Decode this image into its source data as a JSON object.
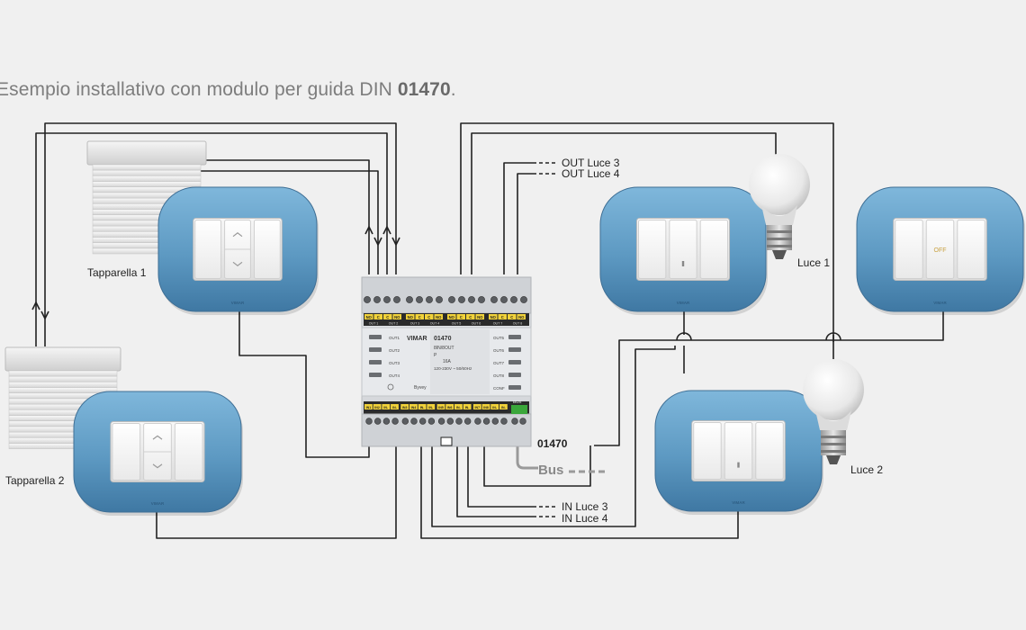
{
  "title": {
    "prefix": "Esempio installativo con modulo per guida DIN ",
    "code": "01470",
    "suffix": "."
  },
  "labels": {
    "tapparella1": "Tapparella 1",
    "tapparella2": "Tapparella 2",
    "luce1": "Luce 1",
    "luce2": "Luce 2",
    "out_luce3": "OUT Luce 3",
    "out_luce4": "OUT Luce 4",
    "in_luce3": "IN Luce 3",
    "in_luce4": "IN Luce 4",
    "module_code": "01470",
    "bus": "Bus"
  },
  "plate_brand": "VIMAR",
  "switch_off_label": "OFF",
  "module": {
    "brand": "VIMAR",
    "code": "01470",
    "spec1": "8IN/8OUT",
    "spec2": "P",
    "spec3": "16A",
    "spec4": "120-230V ~ 50/60Hz",
    "series": "Byvey",
    "outs_left": [
      "OUT1",
      "OUT2",
      "OUT3",
      "OUT4"
    ],
    "outs_right": [
      "OUT5",
      "OUT6",
      "OUT7",
      "OUT8",
      "CONF"
    ],
    "top_terms": [
      "NO",
      "C",
      "C",
      "NO"
    ],
    "top_groups": [
      "OUT 1",
      "OUT 2",
      "OUT 3",
      "OUT 4",
      "OUT 5",
      "OUT 6",
      "OUT 7",
      "OUT 8"
    ],
    "bottom_terms": [
      "IN1",
      "IN2",
      "IN-",
      "IN-",
      "IN3",
      "IN4",
      "IN-",
      "IN-",
      "IN5",
      "IN6",
      "IN-",
      "IN-",
      "IN7",
      "IN8",
      "IN-",
      "IN-"
    ],
    "bus_term": "BUS"
  },
  "colors": {
    "background": "#f0f0f0",
    "plate": "#5f9cc4",
    "wire": "#222222",
    "module_body": "#e0e2e5",
    "terminal_yellow": "#f2d33a"
  }
}
